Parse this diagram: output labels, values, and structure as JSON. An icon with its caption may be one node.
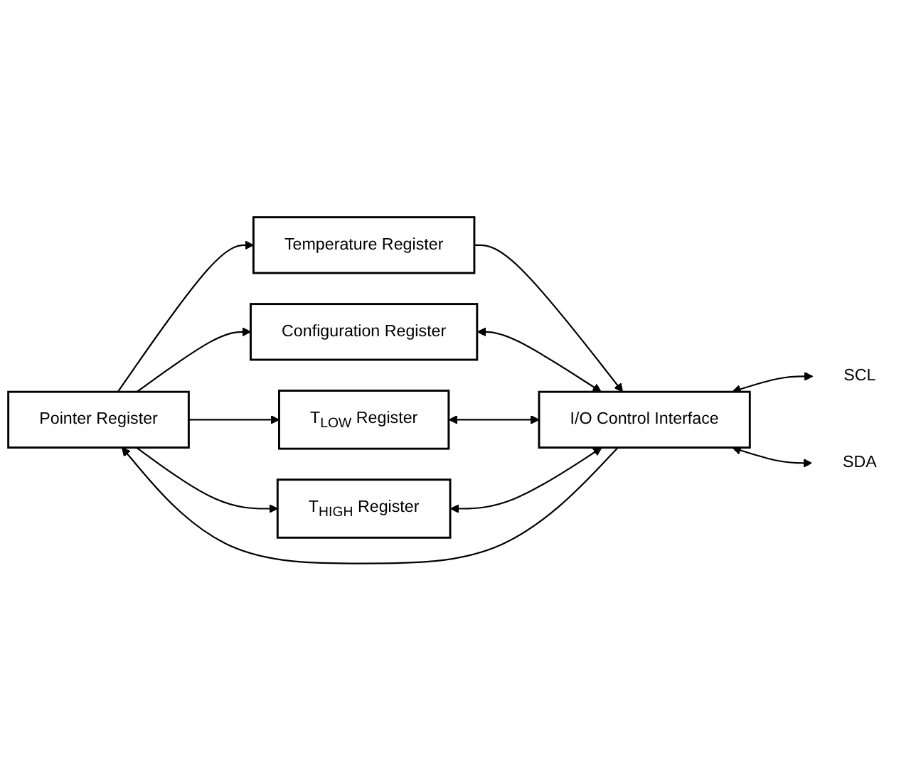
{
  "diagram": {
    "nodes": [
      {
        "text": [
          "Pointer Register"
        ]
      },
      {
        "text": [
          "Temperature Register"
        ]
      },
      {
        "text": [
          "Configuration Register"
        ]
      },
      {
        "text": [
          "T$_{LOW}$ Register"
        ]
      },
      {
        "text": [
          "T$_{HIGH}$ Register"
        ]
      },
      {
        "text": [
          "I/O Control Interface"
        ]
      },
      {
        "text": [
          "SCL"
        ]
      },
      {
        "text": [
          "SDA"
        ]
      }
    ],
    "edges": [
      {
        "from": 0,
        "to": 1,
        "arrow": "to"
      },
      {
        "from": 0,
        "to": 2,
        "arrow": "to"
      },
      {
        "from": 0,
        "to": 3,
        "arrow": "to"
      },
      {
        "from": 0,
        "to": 4,
        "arrow": "to"
      },
      {
        "from": 5,
        "to": 0,
        "arrow": "to"
      },
      {
        "from": 1,
        "to": 5,
        "arrow": "to"
      },
      {
        "from": 2,
        "to": 5,
        "arrow": "both"
      },
      {
        "from": 3,
        "to": 5,
        "arrow": "both"
      },
      {
        "from": 4,
        "to": 5,
        "arrow": "both"
      },
      {
        "from": 5,
        "to": 6,
        "arrow": "both"
      },
      {
        "from": 5,
        "to": 7,
        "arrow": "both"
      }
    ]
  }
}
